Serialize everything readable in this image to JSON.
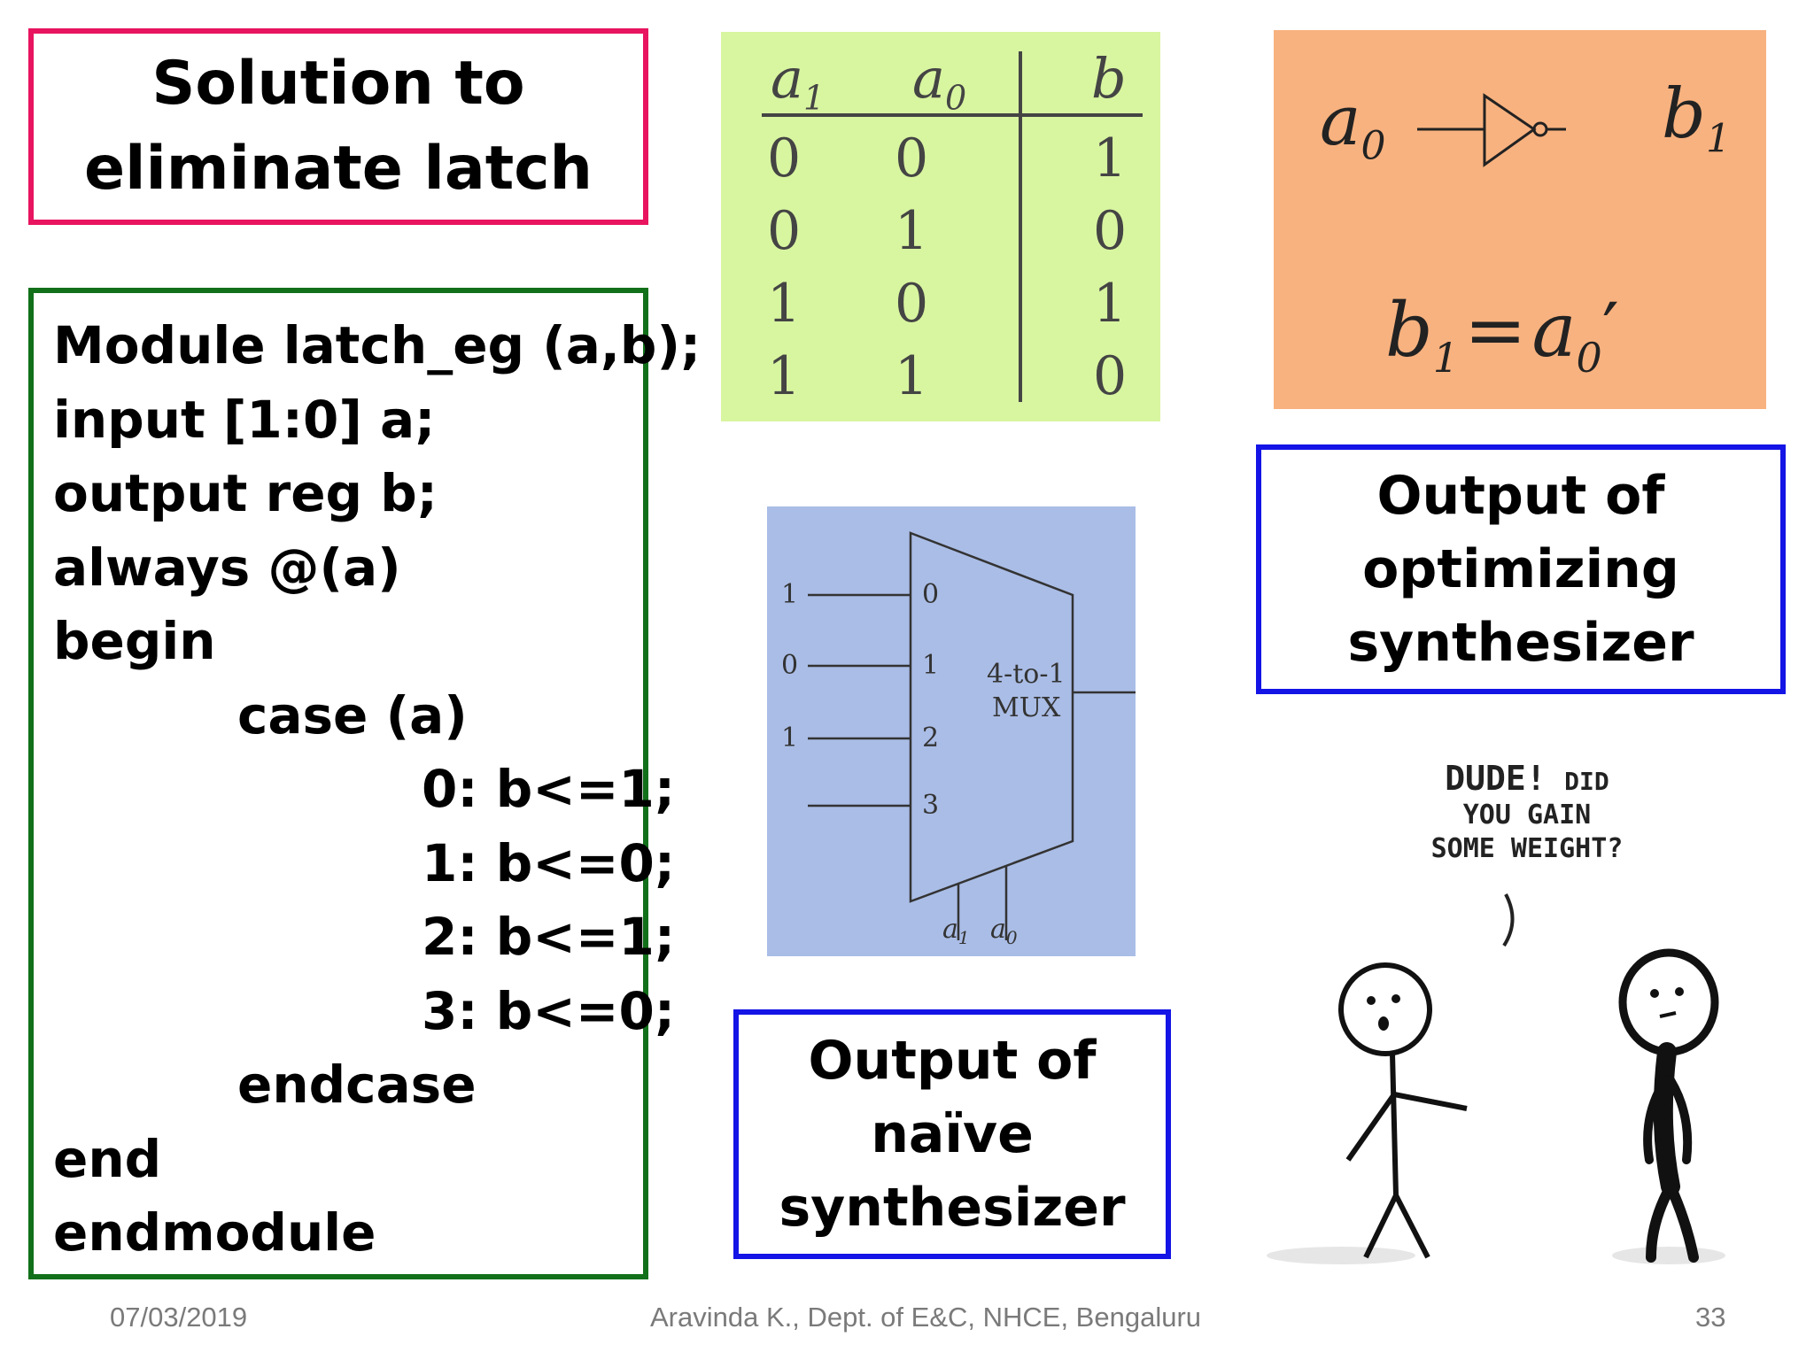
{
  "title": {
    "line1": "Solution to",
    "line2": "eliminate latch"
  },
  "code": {
    "lines": [
      {
        "text": "Module latch_eg (a,b);",
        "indent": 0
      },
      {
        "text": "input [1:0] a;",
        "indent": 0
      },
      {
        "text": "output reg b;",
        "indent": 0
      },
      {
        "text": "always @(a)",
        "indent": 0
      },
      {
        "text": "begin",
        "indent": 0
      },
      {
        "text": "case (a)",
        "indent": 1
      },
      {
        "text": "0: b<=1;",
        "indent": 2
      },
      {
        "text": "1: b<=0;",
        "indent": 2
      },
      {
        "text": "2: b<=1;",
        "indent": 2
      },
      {
        "text": "3: b<=0;",
        "indent": 2
      },
      {
        "text": "endcase",
        "indent": 1
      },
      {
        "text": "end",
        "indent": 0
      },
      {
        "text": "endmodule",
        "indent": 0
      }
    ]
  },
  "truth_table": {
    "headers": {
      "a1": "a",
      "a1_sub": "1",
      "a0": "a",
      "a0_sub": "0",
      "b": "b"
    },
    "rows": [
      [
        "0",
        "0",
        "1"
      ],
      [
        "0",
        "1",
        "0"
      ],
      [
        "1",
        "0",
        "1"
      ],
      [
        "1",
        "1",
        "0"
      ]
    ]
  },
  "mux": {
    "inputs": [
      "1",
      "0",
      "1",
      ""
    ],
    "pins": [
      "0",
      "1",
      "2",
      "3"
    ],
    "label_line1": "4-to-1",
    "label_line2": "MUX",
    "select_a1": "a",
    "select_a1_sub": "1",
    "select_a0": "a",
    "select_a0_sub": "0"
  },
  "gate": {
    "input": "a",
    "input_sub": "0",
    "output": "b",
    "output_sub": "1",
    "eq_lhs": "b",
    "eq_lhs_sub": "1",
    "eq_sign": "=",
    "eq_rhs": "a",
    "eq_rhs_sub": "0",
    "eq_prime": "′"
  },
  "naive_box": {
    "line1": "Output of",
    "line2": "naïve",
    "line3": "synthesizer"
  },
  "opt_box": {
    "line1": "Output of",
    "line2": "optimizing",
    "line3": "synthesizer"
  },
  "comic": {
    "line1a": "DUDE!",
    "line1b": "DID",
    "line2": "YOU GAIN",
    "line3": "SOME WEIGHT?"
  },
  "footer": {
    "date": "07/03/2019",
    "author": "Aravinda K., Dept. of E&C, NHCE, Bengaluru",
    "page": "33"
  }
}
